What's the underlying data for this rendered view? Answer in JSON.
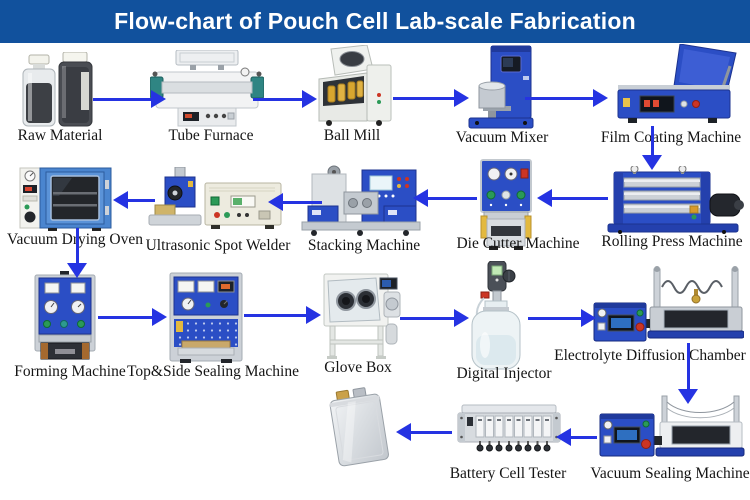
{
  "title": "Flow-chart of Pouch Cell Lab-scale Fabrication",
  "colors": {
    "page_bg": "#FFFFFF",
    "header_bg": "#11519D",
    "header_text": "#FFFFFF",
    "arrow": "#2533E2",
    "label_text": "#151515",
    "machine_blue": "#2B4EC5"
  },
  "nodes": [
    {
      "id": "raw-material",
      "label": "Raw Material"
    },
    {
      "id": "tube-furnace",
      "label": "Tube Furnace"
    },
    {
      "id": "ball-mill",
      "label": "Ball Mill"
    },
    {
      "id": "vacuum-mixer",
      "label": "Vacuum Mixer"
    },
    {
      "id": "film-coating-machine",
      "label": "Film Coating Machine"
    },
    {
      "id": "rolling-press-machine",
      "label": "Rolling Press Machine"
    },
    {
      "id": "die-cutter-machine",
      "label": "Die Cutter Machine"
    },
    {
      "id": "stacking-machine",
      "label": "Stacking Machine"
    },
    {
      "id": "ultrasonic-spot-welder",
      "label": "Ultrasonic Spot Welder"
    },
    {
      "id": "vacuum-drying-oven",
      "label": "Vacuum Drying Oven"
    },
    {
      "id": "forming-machine",
      "label": "Forming Machine"
    },
    {
      "id": "top-side-sealing-machine",
      "label": "Top&Side Sealing Machine"
    },
    {
      "id": "glove-box",
      "label": "Glove Box"
    },
    {
      "id": "digital-injector",
      "label": "Digital Injector"
    },
    {
      "id": "electrolyte-diffusion-chamber",
      "label": "Electrolyte Diffusion Chamber"
    },
    {
      "id": "vacuum-sealing-machine",
      "label": "Vacuum Sealing Machine"
    },
    {
      "id": "battery-cell-tester",
      "label": "Battery Cell Tester"
    },
    {
      "id": "finished-pouch-cell"
    }
  ],
  "flow_sequence": [
    "raw-material",
    "tube-furnace",
    "ball-mill",
    "vacuum-mixer",
    "film-coating-machine",
    "rolling-press-machine",
    "die-cutter-machine",
    "stacking-machine",
    "ultrasonic-spot-welder",
    "vacuum-drying-oven",
    "forming-machine",
    "top-side-sealing-machine",
    "glove-box",
    "digital-injector",
    "electrolyte-diffusion-chamber",
    "vacuum-sealing-machine",
    "battery-cell-tester",
    "finished-pouch-cell"
  ]
}
